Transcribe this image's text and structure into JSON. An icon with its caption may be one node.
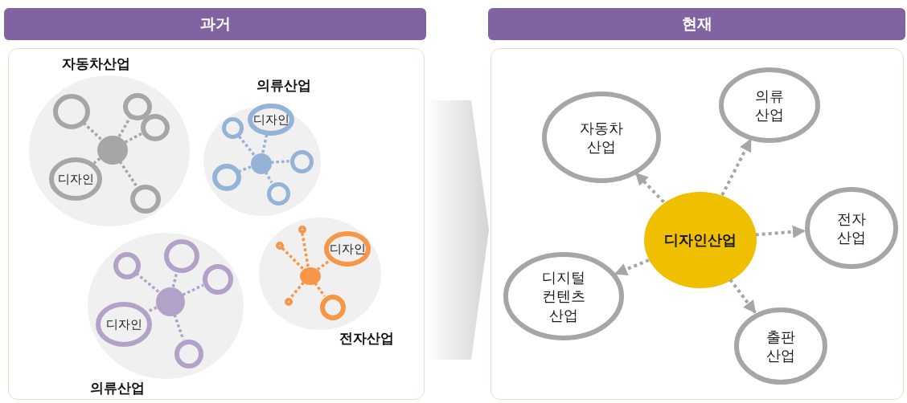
{
  "diagram": {
    "nodes": [
      {
        "text": [
          "과거"
        ]
      },
      {
        "text": [
          "현재"
        ]
      },
      {
        "text": [],
        "shape": "box"
      },
      {
        "text": [
          "자동차산업"
        ],
        "in": 2
      },
      {
        "text": [],
        "shape": "circle",
        "in": 3
      },
      {
        "text": [],
        "shape": "circle",
        "in": 3
      },
      {
        "text": [],
        "shape": "circle",
        "in": 3
      },
      {
        "text": [],
        "shape": "circle",
        "in": 3
      },
      {
        "text": [
          "디자인"
        ],
        "in": 3
      },
      {
        "text": [],
        "shape": "circle",
        "in": 3
      },
      {
        "text": [
          "의류산업"
        ],
        "in": 2
      },
      {
        "text": [],
        "shape": "circle",
        "in": 10
      },
      {
        "text": [
          "디자인"
        ],
        "in": 10
      },
      {
        "text": [],
        "shape": "circle",
        "in": 10
      },
      {
        "text": [],
        "shape": "circle",
        "in": 10
      },
      {
        "text": [],
        "shape": "circle",
        "in": 10
      },
      {
        "text": [],
        "shape": "circle",
        "in": 10
      },
      {
        "text": [
          "의류산업"
        ],
        "in": 2
      },
      {
        "text": [],
        "shape": "circle",
        "in": 17
      },
      {
        "text": [],
        "shape": "circle",
        "in": 17
      },
      {
        "text": [],
        "shape": "circle",
        "in": 17
      },
      {
        "text": [],
        "shape": "circle",
        "in": 17
      },
      {
        "text": [
          "디자인"
        ],
        "in": 17
      },
      {
        "text": [],
        "shape": "circle",
        "in": 17
      },
      {
        "text": [
          "전자산업"
        ],
        "in": 2
      },
      {
        "text": [],
        "shape": "circle",
        "in": 24
      },
      {
        "text": [],
        "shape": "circle",
        "in": 24
      },
      {
        "text": [
          "디자인"
        ],
        "in": 24
      },
      {
        "text": [],
        "shape": "circle",
        "in": 24
      },
      {
        "text": [],
        "shape": "circle",
        "in": 24
      },
      {
        "text": [],
        "shape": "circle",
        "in": 24
      },
      {
        "text": [],
        "shape": "box"
      },
      {
        "text": [
          "디자인산업"
        ],
        "in": 31
      },
      {
        "text": [
          "자동차 산업"
        ],
        "in": 31
      },
      {
        "text": [
          "의류 산업"
        ],
        "in": 31
      },
      {
        "text": [
          "전자 산업"
        ],
        "in": 31
      },
      {
        "text": [
          "디지털 컨텐츠 산업"
        ],
        "in": 31
      },
      {
        "text": [
          "출판 산업"
        ],
        "in": 31
      }
    ],
    "edges": [
      {
        "from": 2,
        "to": 31,
        "arrow": "to",
        "style": "thick"
      },
      {
        "from": 4,
        "to": 5,
        "arrow": "none",
        "style": "dashed"
      },
      {
        "from": 4,
        "to": 6,
        "arrow": "none",
        "style": "dashed"
      },
      {
        "from": 4,
        "to": 7,
        "arrow": "none",
        "style": "dashed"
      },
      {
        "from": 4,
        "to": 8,
        "arrow": "none",
        "style": "dashed"
      },
      {
        "from": 4,
        "to": 9,
        "arrow": "none",
        "style": "dashed"
      },
      {
        "from": 11,
        "to": 12,
        "arrow": "none",
        "style": "dashed",
        "color": "#95b3d7"
      },
      {
        "from": 11,
        "to": 13,
        "arrow": "none",
        "style": "dashed",
        "color": "#95b3d7"
      },
      {
        "from": 11,
        "to": 14,
        "arrow": "none",
        "style": "dashed",
        "color": "#95b3d7"
      },
      {
        "from": 11,
        "to": 15,
        "arrow": "none",
        "style": "dashed",
        "color": "#95b3d7"
      },
      {
        "from": 11,
        "to": 16,
        "arrow": "none",
        "style": "dashed",
        "color": "#95b3d7"
      },
      {
        "from": 18,
        "to": 19,
        "arrow": "none",
        "style": "dashed",
        "color": "#b3a2c7"
      },
      {
        "from": 18,
        "to": 20,
        "arrow": "none",
        "style": "dashed",
        "color": "#b3a2c7"
      },
      {
        "from": 18,
        "to": 21,
        "arrow": "none",
        "style": "dashed",
        "color": "#b3a2c7"
      },
      {
        "from": 18,
        "to": 22,
        "arrow": "none",
        "style": "dashed",
        "color": "#b3a2c7"
      },
      {
        "from": 18,
        "to": 23,
        "arrow": "none",
        "style": "dashed",
        "color": "#b3a2c7"
      },
      {
        "from": 25,
        "to": 26,
        "arrow": "none",
        "style": "dashed",
        "color": "#f79646"
      },
      {
        "from": 25,
        "to": 27,
        "arrow": "none",
        "style": "dashed",
        "color": "#f79646"
      },
      {
        "from": 25,
        "to": 28,
        "arrow": "none",
        "style": "dashed",
        "color": "#f79646"
      },
      {
        "from": 25,
        "to": 29,
        "arrow": "none",
        "style": "dashed",
        "color": "#f79646"
      },
      {
        "from": 25,
        "to": 30,
        "arrow": "none",
        "style": "dashed",
        "color": "#f79646"
      },
      {
        "from": 32,
        "to": 33,
        "arrow": "to",
        "style": "dashed"
      },
      {
        "from": 32,
        "to": 34,
        "arrow": "to",
        "style": "dashed"
      },
      {
        "from": 32,
        "to": 35,
        "arrow": "to",
        "style": "dashed"
      },
      {
        "from": 32,
        "to": 36,
        "arrow": "to",
        "style": "dashed"
      },
      {
        "from": 32,
        "to": 37,
        "arrow": "to",
        "style": "dashed"
      }
    ]
  }
}
